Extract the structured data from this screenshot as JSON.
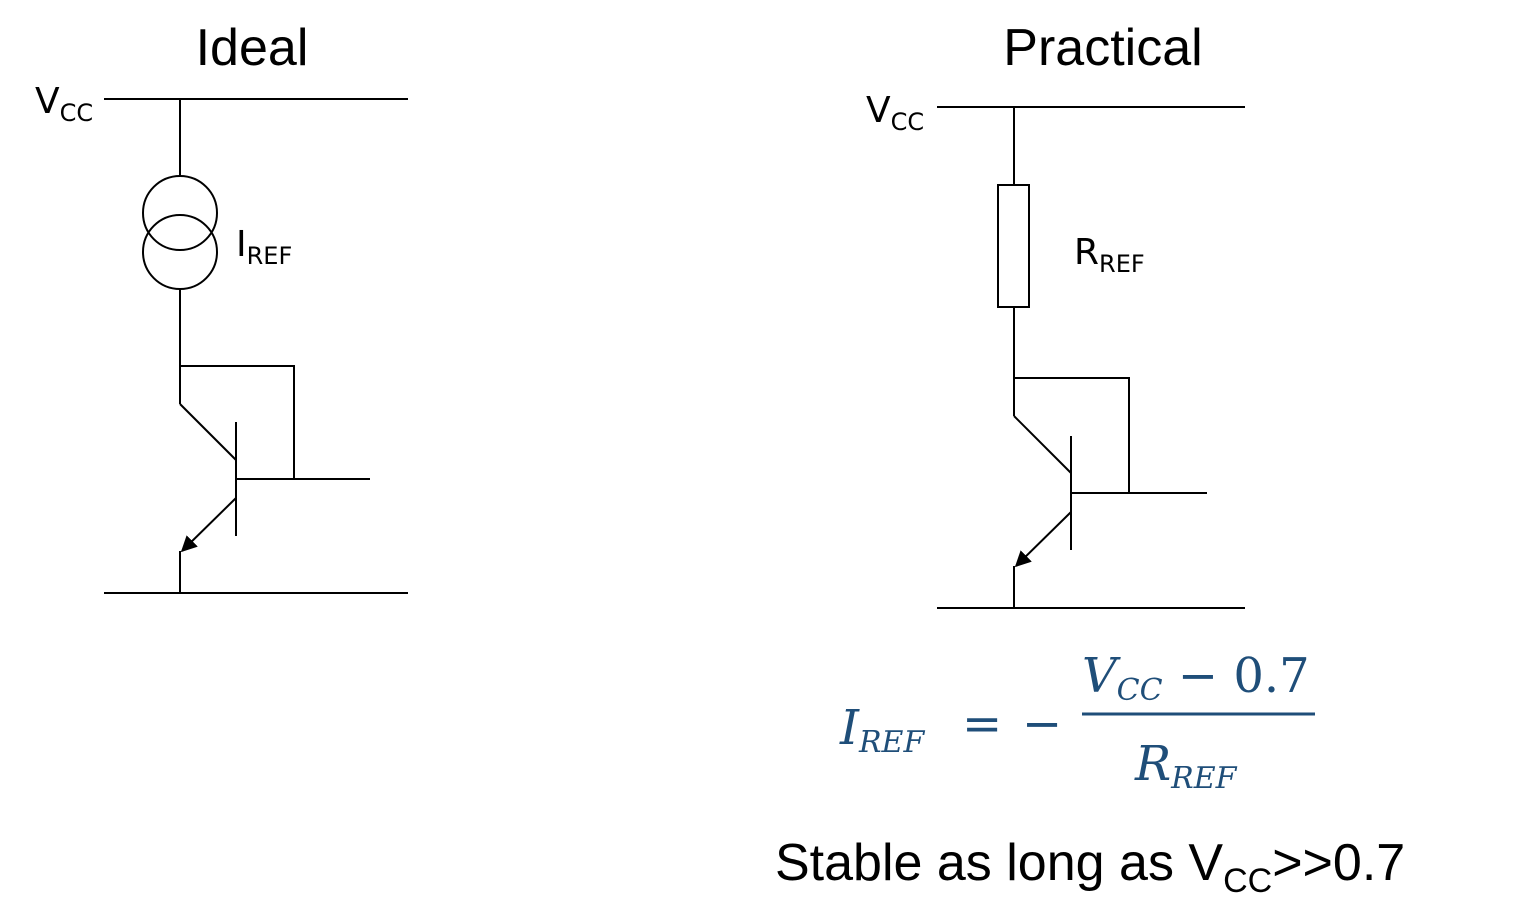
{
  "ideal": {
    "title": "Ideal",
    "vcc_label": "V",
    "vcc_sub": "CC",
    "source_label": "I",
    "source_sub": "REF"
  },
  "practical": {
    "title": "Practical",
    "vcc_label": "V",
    "vcc_sub": "CC",
    "resistor_label": "R",
    "resistor_sub": "REF"
  },
  "equation": {
    "lhs": "I",
    "lhs_sub": "REF",
    "equals": "=",
    "minus": "−",
    "numerator": "V",
    "numerator_sub": "CC",
    "numerator_rest": " − 0.7",
    "denominator": "R",
    "denominator_sub": "REF",
    "color": "#1f4e79"
  },
  "caption": {
    "text_before": "Stable as long as V",
    "text_sub": "CC",
    "text_after": ">>0.7"
  }
}
